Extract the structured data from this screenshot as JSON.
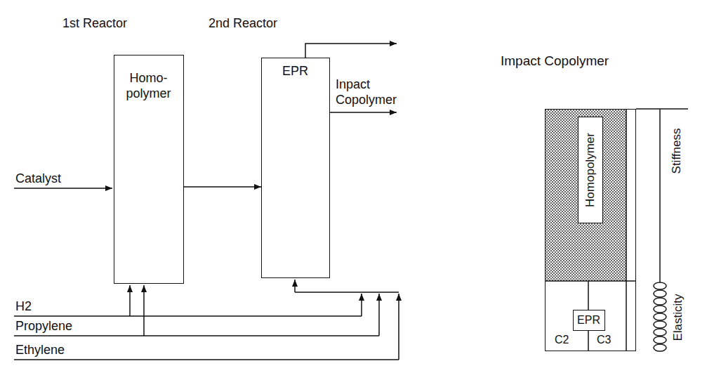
{
  "diagram": {
    "nodes": [
      {
        "text": [
          "1st Reactor",
          "Homo- polymer"
        ]
      },
      {
        "text": [
          "2nd Reactor",
          "EPR"
        ]
      },
      {
        "text": [
          "Impact Copolymer"
        ]
      },
      {
        "text": [
          "Homopolymer"
        ],
        "in": 2
      },
      {
        "text": [
          "EPR"
        ],
        "in": 2
      }
    ],
    "edges": [
      {
        "from": 0,
        "to": 1,
        "arrow": "to"
      }
    ],
    "labels": [
      "Catalyst",
      "Inpact Copolymer",
      "H2",
      "Propylene",
      "Ethylene",
      "C2",
      "C3",
      "Stiffness",
      "Elasticity"
    ]
  }
}
